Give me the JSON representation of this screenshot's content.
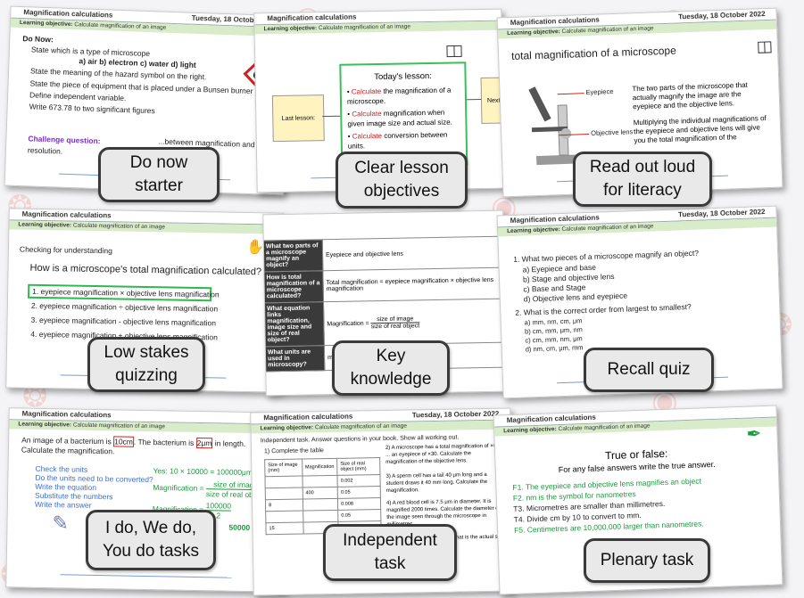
{
  "labels": {
    "do_now": "Do now\nstarter",
    "objectives": "Clear lesson\nobjectives",
    "read_out": "Read out loud\nfor literacy",
    "low_stakes": "Low stakes\nquizzing",
    "key_knowledge": "Key\nknowledge",
    "recall": "Recall quiz",
    "i_do": "I do, We do,\nYou do tasks",
    "independent": "Independent\ntask",
    "plenary": "Plenary task"
  },
  "common": {
    "title": "Magnification calculations",
    "date": "Tuesday, 18 October 2022",
    "objective_label": "Learning objective:",
    "objective": "Calculate magnification of an image"
  },
  "slide1": {
    "heading": "Do Now:",
    "q1": "State which is a type of microscope",
    "q1_opts": "a) air  b) electron  c) water  d) light",
    "q2": "State the meaning of the hazard symbol on the right.",
    "q3": "State the piece of equipment that is placed under a Bunsen burner",
    "q4": "Define independent variable.",
    "q5": "Write 673.78 to two significant figures",
    "challenge": "Challenge question:",
    "challenge_tail": "...between magnification and resolution.",
    "resolution": "resolution."
  },
  "slide2": {
    "last": "Last lesson:",
    "next": "Next l",
    "today": "Today's lesson:",
    "o1a": "Calculate",
    "o1b": " the magnification of a microscope.",
    "o2a": "Calculate",
    "o2b": " magnification when given image size and actual size.",
    "o3a": "Calculate",
    "o3b": " conversion between units."
  },
  "slide3": {
    "heading": "total magnification of a microscope",
    "eyepiece": "Eyepiece",
    "objective": "Objective lens",
    "p1": "The two parts of the microscope that actually magnify the image are the eyepiece and the objective lens.",
    "p2": "Multiplying the individual magnifications of the eyepiece and objective lens will give you the total magnification of the"
  },
  "slide4": {
    "check": "Checking for understanding",
    "q": "How is  a microscope's total magnification calculated?",
    "a1": "eyepiece magnification × objective lens magnification",
    "a2": "eyepiece magnification ÷ objective lens magnification",
    "a3": "eyepiece magnification - objective lens magnification",
    "a4": "eyepiece magnification + objective lens magnification"
  },
  "slide5": {
    "r1h": "What two parts of a microscope magnify an object?",
    "r1a": "Eyepiece and objective lens",
    "r2h": "How is total magnification of a microscope calculated?",
    "r2a": "Total magnification = eyepiece magnification × objective lens magnification",
    "r3h": "What equation links magnification, image size and size of real object?",
    "r3a": "Magnification =",
    "r3num": "size of image",
    "r3den": "size of real object",
    "r4h": "What units are used in microscopy?",
    "r4a": "mm, μm, nm"
  },
  "slide6": {
    "q1": "1.  What two pieces of a microscope magnify an object?",
    "q1a": "a)  Eyepiece and base",
    "q1b": "b)  Stage and objective lens",
    "q1c": "c)  Base and Stage",
    "q1d": "d)  Objective lens and eyepiece",
    "q2": "2.  What is the correct order from largest to smallest?",
    "q2a": "a) mm, nm, cm, μm",
    "q2b": "b) cm, mm, μm, nm",
    "q2c": "c) cm, mm, nm, μm",
    "q2d": "d) nm, cm, μm, mm"
  },
  "slide7": {
    "intro_a": "An image of a bacterium is ",
    "intro_b": "10cm",
    "intro_c": ". The bacterium is ",
    "intro_d": "2μm",
    "intro_e": " in length.",
    "intro2": "Calculate the magnification.",
    "s1": "Check the units",
    "s2": "Do the units need to be converted?",
    "s3": "Write the equation",
    "s4": "Substitute the numbers",
    "s5": "Write the answer",
    "w1": "Yes: 10 × 10000 = 100000μm",
    "w2": "Magnification =",
    "w2n": "size of image",
    "w2d": "size of real object",
    "w3": "Magnification =",
    "w3n": "100000",
    "w3d": "2",
    "w4": "50000"
  },
  "slide8": {
    "intro": "Independent task. Answer questions in your book. Show all working out.",
    "q1": "1)  Complete the table",
    "headers": [
      "Size of image (mm)",
      "Magnification",
      "Size of real object (mm)"
    ],
    "rows": [
      [
        "",
        "",
        "0.002"
      ],
      [
        "",
        "400",
        "0.05"
      ],
      [
        "8",
        "",
        "0.008"
      ],
      [
        "",
        "",
        "0.05"
      ],
      [
        "15",
        "",
        ""
      ]
    ],
    "q2": "2)  A microscope has a total magnification of ×600 ... an eyepiece of ×30. Calculate the magnification of the objective lens.",
    "q3": "3)  A sperm cell has a tail 40 μm long and a student draws it 40 mm long. Calculate the magnification.",
    "q4": "4)  A red blood cell is 7.5 μm in diameter. It is magnified 2000 times. Calculate the diameter of the image seen through the microscope in millimetres.",
    "q5": "...clear to measure 5 mm ...what is the actual size"
  },
  "slide9": {
    "title": "True or false:",
    "sub": "For any false answers write the true answer.",
    "i1": "F1. The eyepiece and objective lens magnifies an object",
    "i2": "F2.  nm is the symbol for nanometres",
    "i3": "T3.  Micrometres are smaller than millimetres.",
    "i4": "T4.  Divide cm by 10 to convert to mm.",
    "i5": "F5.  Centimetres are 10,000,000 larger than nanometres."
  },
  "colors": {
    "accent_green": "#d9ecc9",
    "red": "#d02020",
    "green": "#1a9a3a",
    "blue": "#3a6fd8",
    "label_bg": "#e9e9e9"
  }
}
